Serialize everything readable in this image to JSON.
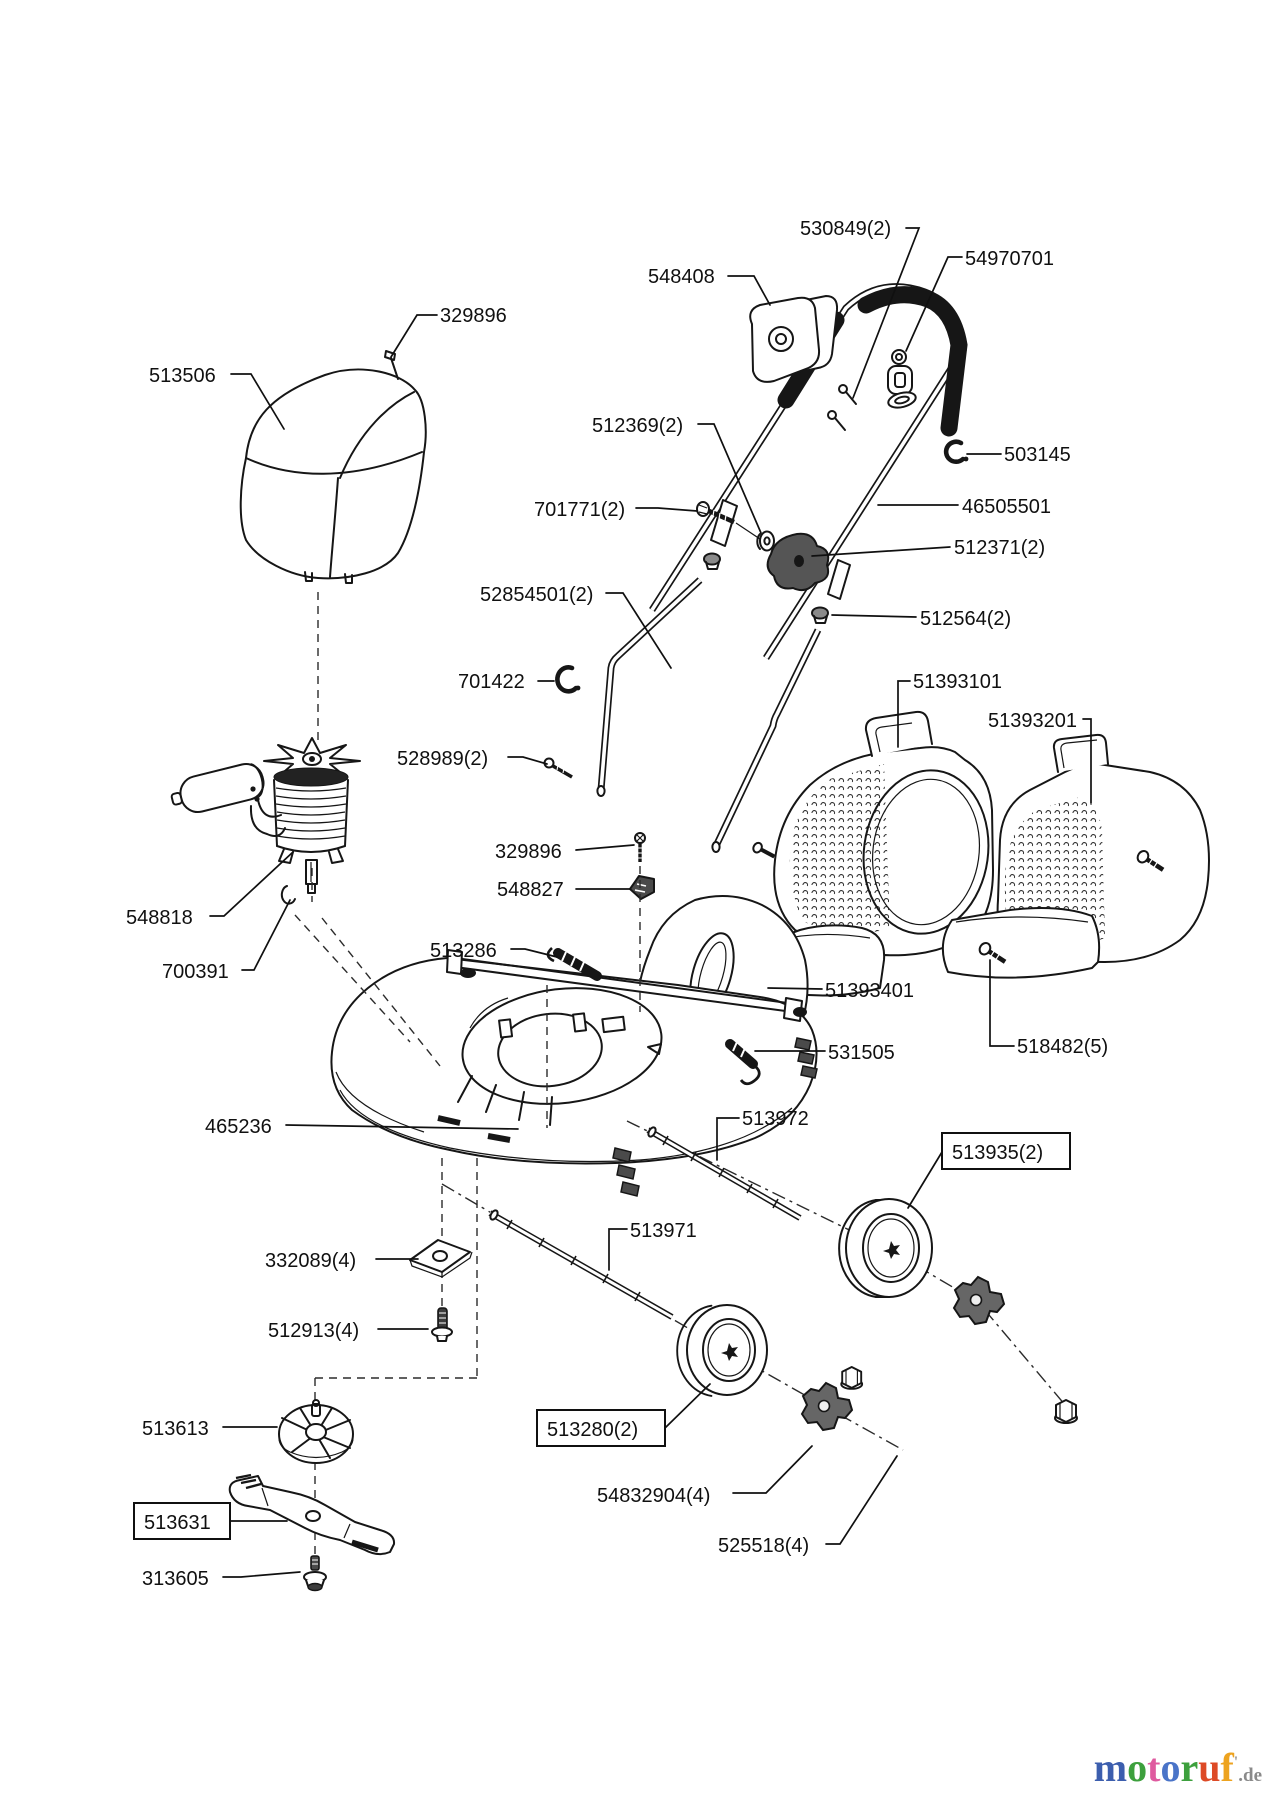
{
  "diagram": {
    "type": "exploded-parts-diagram",
    "subject": "electric lawn mower spare parts",
    "labels": [
      {
        "id": "530849",
        "text": "530849(2)",
        "boxed": false
      },
      {
        "id": "548408",
        "text": "548408",
        "boxed": false
      },
      {
        "id": "54970701",
        "text": "54970701",
        "boxed": false
      },
      {
        "id": "329896a",
        "text": "329896",
        "boxed": false
      },
      {
        "id": "513506",
        "text": "513506",
        "boxed": false
      },
      {
        "id": "512369",
        "text": "512369(2)",
        "boxed": false
      },
      {
        "id": "701771",
        "text": "701771(2)",
        "boxed": false
      },
      {
        "id": "503145",
        "text": "503145",
        "boxed": false
      },
      {
        "id": "46505501",
        "text": "46505501",
        "boxed": false
      },
      {
        "id": "512371",
        "text": "512371(2)",
        "boxed": false
      },
      {
        "id": "52854501",
        "text": "52854501(2)",
        "boxed": false
      },
      {
        "id": "512564",
        "text": "512564(2)",
        "boxed": false
      },
      {
        "id": "701422",
        "text": "701422",
        "boxed": false
      },
      {
        "id": "51393101",
        "text": "51393101",
        "boxed": false
      },
      {
        "id": "51393201",
        "text": "51393201",
        "boxed": false
      },
      {
        "id": "528989",
        "text": "528989(2)",
        "boxed": false
      },
      {
        "id": "329896b",
        "text": "329896",
        "boxed": false
      },
      {
        "id": "548827",
        "text": "548827",
        "boxed": false
      },
      {
        "id": "548818",
        "text": "548818",
        "boxed": false
      },
      {
        "id": "513286",
        "text": "513286",
        "boxed": false
      },
      {
        "id": "700391",
        "text": "700391",
        "boxed": false
      },
      {
        "id": "51393401",
        "text": "51393401",
        "boxed": false
      },
      {
        "id": "531505",
        "text": "531505",
        "boxed": false
      },
      {
        "id": "518482",
        "text": "518482(5)",
        "boxed": false
      },
      {
        "id": "465236",
        "text": "465236",
        "boxed": false
      },
      {
        "id": "513972",
        "text": "513972",
        "boxed": false
      },
      {
        "id": "513935",
        "text": "513935(2)",
        "boxed": true
      },
      {
        "id": "513971",
        "text": "513971",
        "boxed": false
      },
      {
        "id": "332089",
        "text": "332089(4)",
        "boxed": false
      },
      {
        "id": "512913",
        "text": "512913(4)",
        "boxed": false
      },
      {
        "id": "513613",
        "text": "513613",
        "boxed": false
      },
      {
        "id": "513280",
        "text": "513280(2)",
        "boxed": true
      },
      {
        "id": "54832904",
        "text": "54832904(4)",
        "boxed": false
      },
      {
        "id": "525518",
        "text": "525518(4)",
        "boxed": false
      },
      {
        "id": "513631",
        "text": "513631",
        "boxed": true
      },
      {
        "id": "313605",
        "text": "313605",
        "boxed": false
      }
    ],
    "logo": {
      "letters": [
        {
          "ch": "m",
          "color": "#3c5eae"
        },
        {
          "ch": "o",
          "color": "#3da03d"
        },
        {
          "ch": "t",
          "color": "#df5a9f"
        },
        {
          "ch": "o",
          "color": "#4a74c8"
        },
        {
          "ch": "r",
          "color": "#3da03d"
        },
        {
          "ch": "u",
          "color": "#dd4a26"
        },
        {
          "ch": "f",
          "color": "#eda31f"
        }
      ],
      "tick": "'",
      "tick_color": "#9a9a9a",
      "suffix": ".de",
      "suffix_color": "#8a8a8a"
    }
  }
}
